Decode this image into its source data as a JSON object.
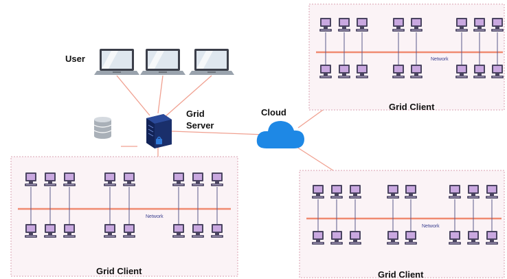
{
  "labels": {
    "user": "User",
    "grid_server_line1": "Grid",
    "grid_server_line2": "Server",
    "cloud": "Cloud"
  },
  "clusters": [
    {
      "id": "left",
      "title": "Grid Client",
      "network_label": "Network"
    },
    {
      "id": "top-right",
      "title": "Grid Client",
      "network_label": "Network"
    },
    {
      "id": "bottom-right",
      "title": "Grid Client",
      "network_label": "Network"
    }
  ],
  "colors": {
    "link": "#f0a090",
    "network_bus": "#f08a70",
    "cluster_border": "#d9a0b0",
    "cluster_bg": "#fbf3f6",
    "cloud": "#1e88e5",
    "server": "#1a2f6b",
    "pc_case": "#4a4460",
    "pc_screen": "#c9a8e0"
  }
}
